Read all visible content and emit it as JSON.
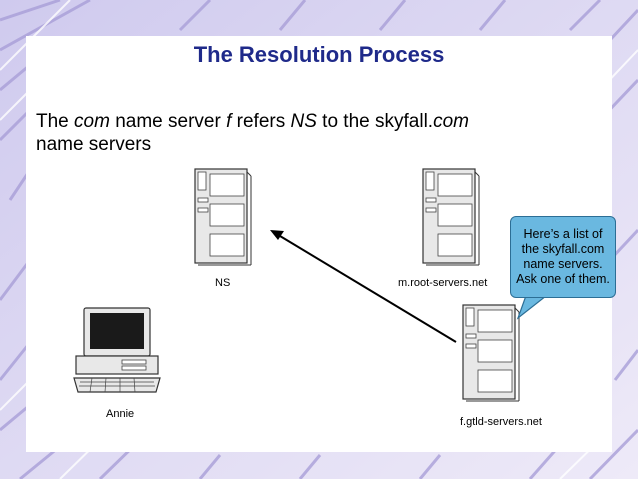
{
  "slide": {
    "title": "The Resolution Process",
    "body": {
      "p1": "The ",
      "p2": "com",
      "p3": " name server ",
      "p4": "f",
      "p5": " refers ",
      "p6": "NS",
      "p7": " to the skyfall.",
      "p8": "com",
      "p9": "name servers"
    }
  },
  "diagram": {
    "nodes": {
      "ns": "NS",
      "root": "m.root-servers.net",
      "gtld": "f.gtld-servers.net",
      "client": "Annie"
    },
    "bubble": [
      "Here’s a list of",
      "the skyfall.com",
      "name servers.",
      "Ask one of them."
    ]
  },
  "colors": {
    "title": "#1f2a8a",
    "bubble_fill": "#6ab8e0",
    "bubble_border": "#2c6e95",
    "background_accent": "#b7b0de"
  }
}
